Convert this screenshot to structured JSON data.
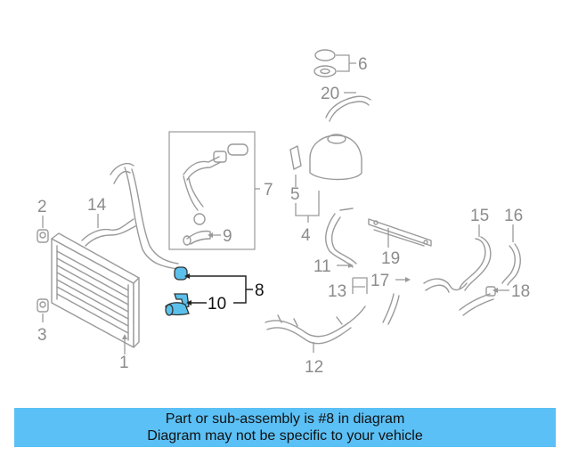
{
  "callouts": {
    "c1": "1",
    "c2": "2",
    "c3": "3",
    "c4": "4",
    "c5": "5",
    "c6": "6",
    "c7": "7",
    "c8": "8",
    "c9": "9",
    "c10": "10",
    "c11": "11",
    "c12": "12",
    "c13": "13",
    "c14": "14",
    "c15": "15",
    "c16": "16",
    "c17": "17",
    "c18": "18",
    "c19": "19",
    "c20": "20"
  },
  "highlight": {
    "color": "#5bc0eb",
    "part": "8"
  },
  "banner": {
    "line1": "Part or sub-assembly is #8 in diagram",
    "line2": "Diagram may not be specific to your vehicle",
    "color": "#5bc0f5"
  }
}
